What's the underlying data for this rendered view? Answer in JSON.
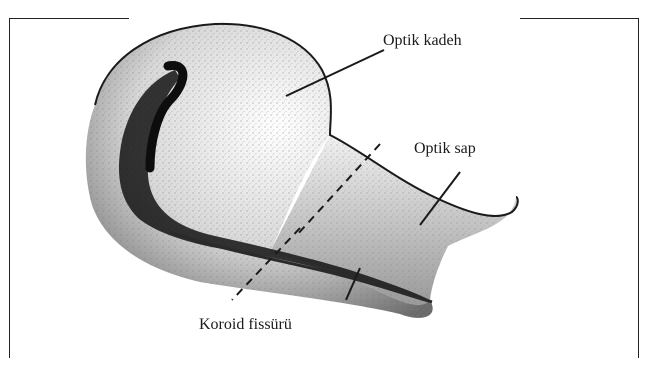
{
  "labels": {
    "optic_cup": "Optik kadeh",
    "optic_stalk": "Optik sap",
    "choroid_fissure": "Koroid fissürü"
  },
  "colors": {
    "ink": "#1a1a1a",
    "shading": "#555555",
    "background": "#ffffff"
  }
}
